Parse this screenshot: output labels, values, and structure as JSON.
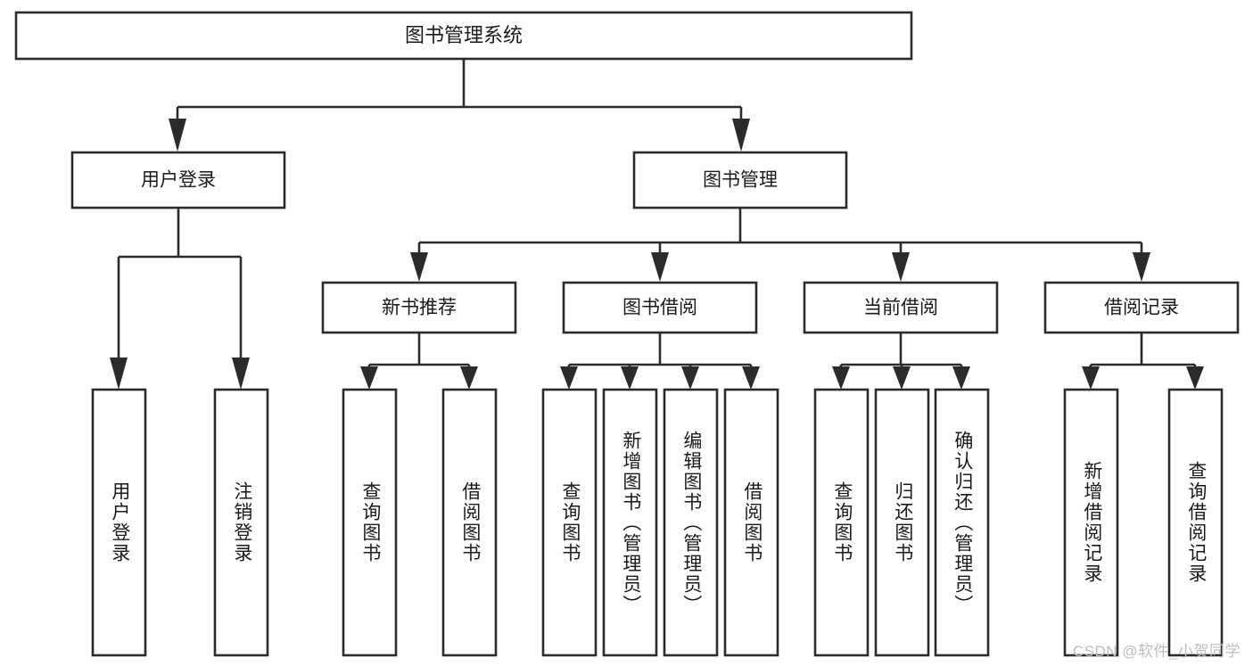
{
  "diagram": {
    "type": "tree",
    "title": "图书管理系统",
    "root": {
      "label": "图书管理系统"
    },
    "level2": [
      {
        "label": "用户登录"
      },
      {
        "label": "图书管理"
      }
    ],
    "level3": [
      {
        "label": "新书推荐"
      },
      {
        "label": "图书借阅"
      },
      {
        "label": "当前借阅"
      },
      {
        "label": "借阅记录"
      }
    ],
    "leaves": {
      "user_login": [
        {
          "label": "用户登录"
        },
        {
          "label": "注销登录"
        }
      ],
      "new_book_recommend": [
        {
          "label": "查询图书"
        },
        {
          "label": "借阅图书"
        }
      ],
      "book_borrow": [
        {
          "label": "查询图书"
        },
        {
          "label": "新增图书（管理员）"
        },
        {
          "label": "编辑图书（管理员）"
        },
        {
          "label": "借阅图书"
        }
      ],
      "current_borrow": [
        {
          "label": "查询图书"
        },
        {
          "label": "归还图书"
        },
        {
          "label": "确认归还（管理员）"
        }
      ],
      "borrow_record": [
        {
          "label": "新增借阅记录"
        },
        {
          "label": "查询借阅记录"
        }
      ]
    }
  },
  "watermark": {
    "text": "CSDN @软件_小贺同学"
  },
  "colors": {
    "box_stroke": "#2b2b2b",
    "box_fill": "#ffffff",
    "text": "#1a1a1a",
    "watermark": "#bdbdbd",
    "background": "#ffffff"
  }
}
